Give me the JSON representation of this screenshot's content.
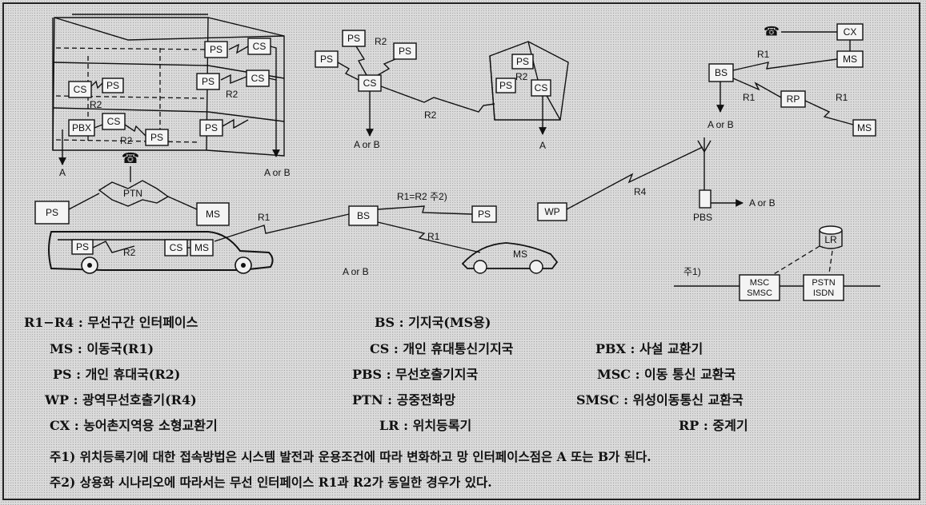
{
  "diagram": {
    "building": {
      "ps1": "PS",
      "cs1": "CS",
      "ps2": "PS",
      "r2a": "R2",
      "cs2": "CS",
      "cs3": "CS",
      "ps3": "PS",
      "r2b": "R2",
      "pbx": "PBX",
      "cs4": "CS",
      "r2c": "R2",
      "ps4": "PS",
      "ps5": "PS",
      "out_a": "A",
      "out_ab": "A or B"
    },
    "cluster": {
      "ps_a": "PS",
      "r2_a": "R2",
      "ps_b": "PS",
      "ps_c": "PS",
      "cs": "CS",
      "r2_link": "R2",
      "out": "A or B"
    },
    "house": {
      "ps1": "PS",
      "r2": "R2",
      "ps2": "PS",
      "cs": "CS",
      "out": "A"
    },
    "rural": {
      "phone": "☎",
      "cx": "CX",
      "ms1": "MS",
      "r1a": "R1",
      "bs": "BS",
      "r1b": "R1",
      "rp": "RP",
      "r1c": "R1",
      "ms2": "MS",
      "out": "A or B"
    },
    "ptn_group": {
      "phone": "☎",
      "ps": "PS",
      "ptn": "PTN",
      "ms": "MS"
    },
    "car": {
      "ps": "PS",
      "r2": "R2",
      "cs": "CS",
      "ms": "MS"
    },
    "bs_center": {
      "r1_left": "R1",
      "bs": "BS",
      "r1r2": "R1=R2  주2)",
      "ps": "PS",
      "r1_right": "R1",
      "ms": "MS",
      "out": "A or B"
    },
    "paging": {
      "wp": "WP",
      "r4": "R4",
      "pbs": "PBS",
      "out": "A or B"
    },
    "network": {
      "lr": "LR",
      "note1": "주1)",
      "msc": "MSC",
      "smsc": "SMSC",
      "pstn": "PSTN",
      "isdn": "ISDN"
    }
  },
  "legend": [
    {
      "term": "R1−R4",
      "desc": "무선구간 인터페이스"
    },
    {
      "term": "MS",
      "desc": "이동국(R1)"
    },
    {
      "term": "PS",
      "desc": "개인 휴대국(R2)"
    },
    {
      "term": "WP",
      "desc": "광역무선호출기(R4)"
    },
    {
      "term": "CX",
      "desc": "농어촌지역용 소형교환기"
    },
    {
      "term": "BS",
      "desc": "기지국(MS용)"
    },
    {
      "term": "CS",
      "desc": "개인 휴대통신기지국"
    },
    {
      "term": "PBS",
      "desc": "무선호출기지국"
    },
    {
      "term": "PTN",
      "desc": "공중전화망"
    },
    {
      "term": "LR",
      "desc": "위치등록기"
    },
    {
      "term": "PBX",
      "desc": "사설 교환기"
    },
    {
      "term": "MSC",
      "desc": "이동 통신 교환국"
    },
    {
      "term": "SMSC",
      "desc": "위성이동통신 교환국"
    },
    {
      "term": "RP",
      "desc": "중계기"
    }
  ],
  "legend_sep": " : ",
  "notes": [
    "주1) 위치등록기에 대한 접속방법은 시스템 발전과 운용조건에 따라 변화하고 망 인터페이스점은 A 또는 B가 된다.",
    "주2) 상용화 시나리오에 따라서는 무선 인터페이스 R1과 R2가 동일한 경우가 있다."
  ]
}
